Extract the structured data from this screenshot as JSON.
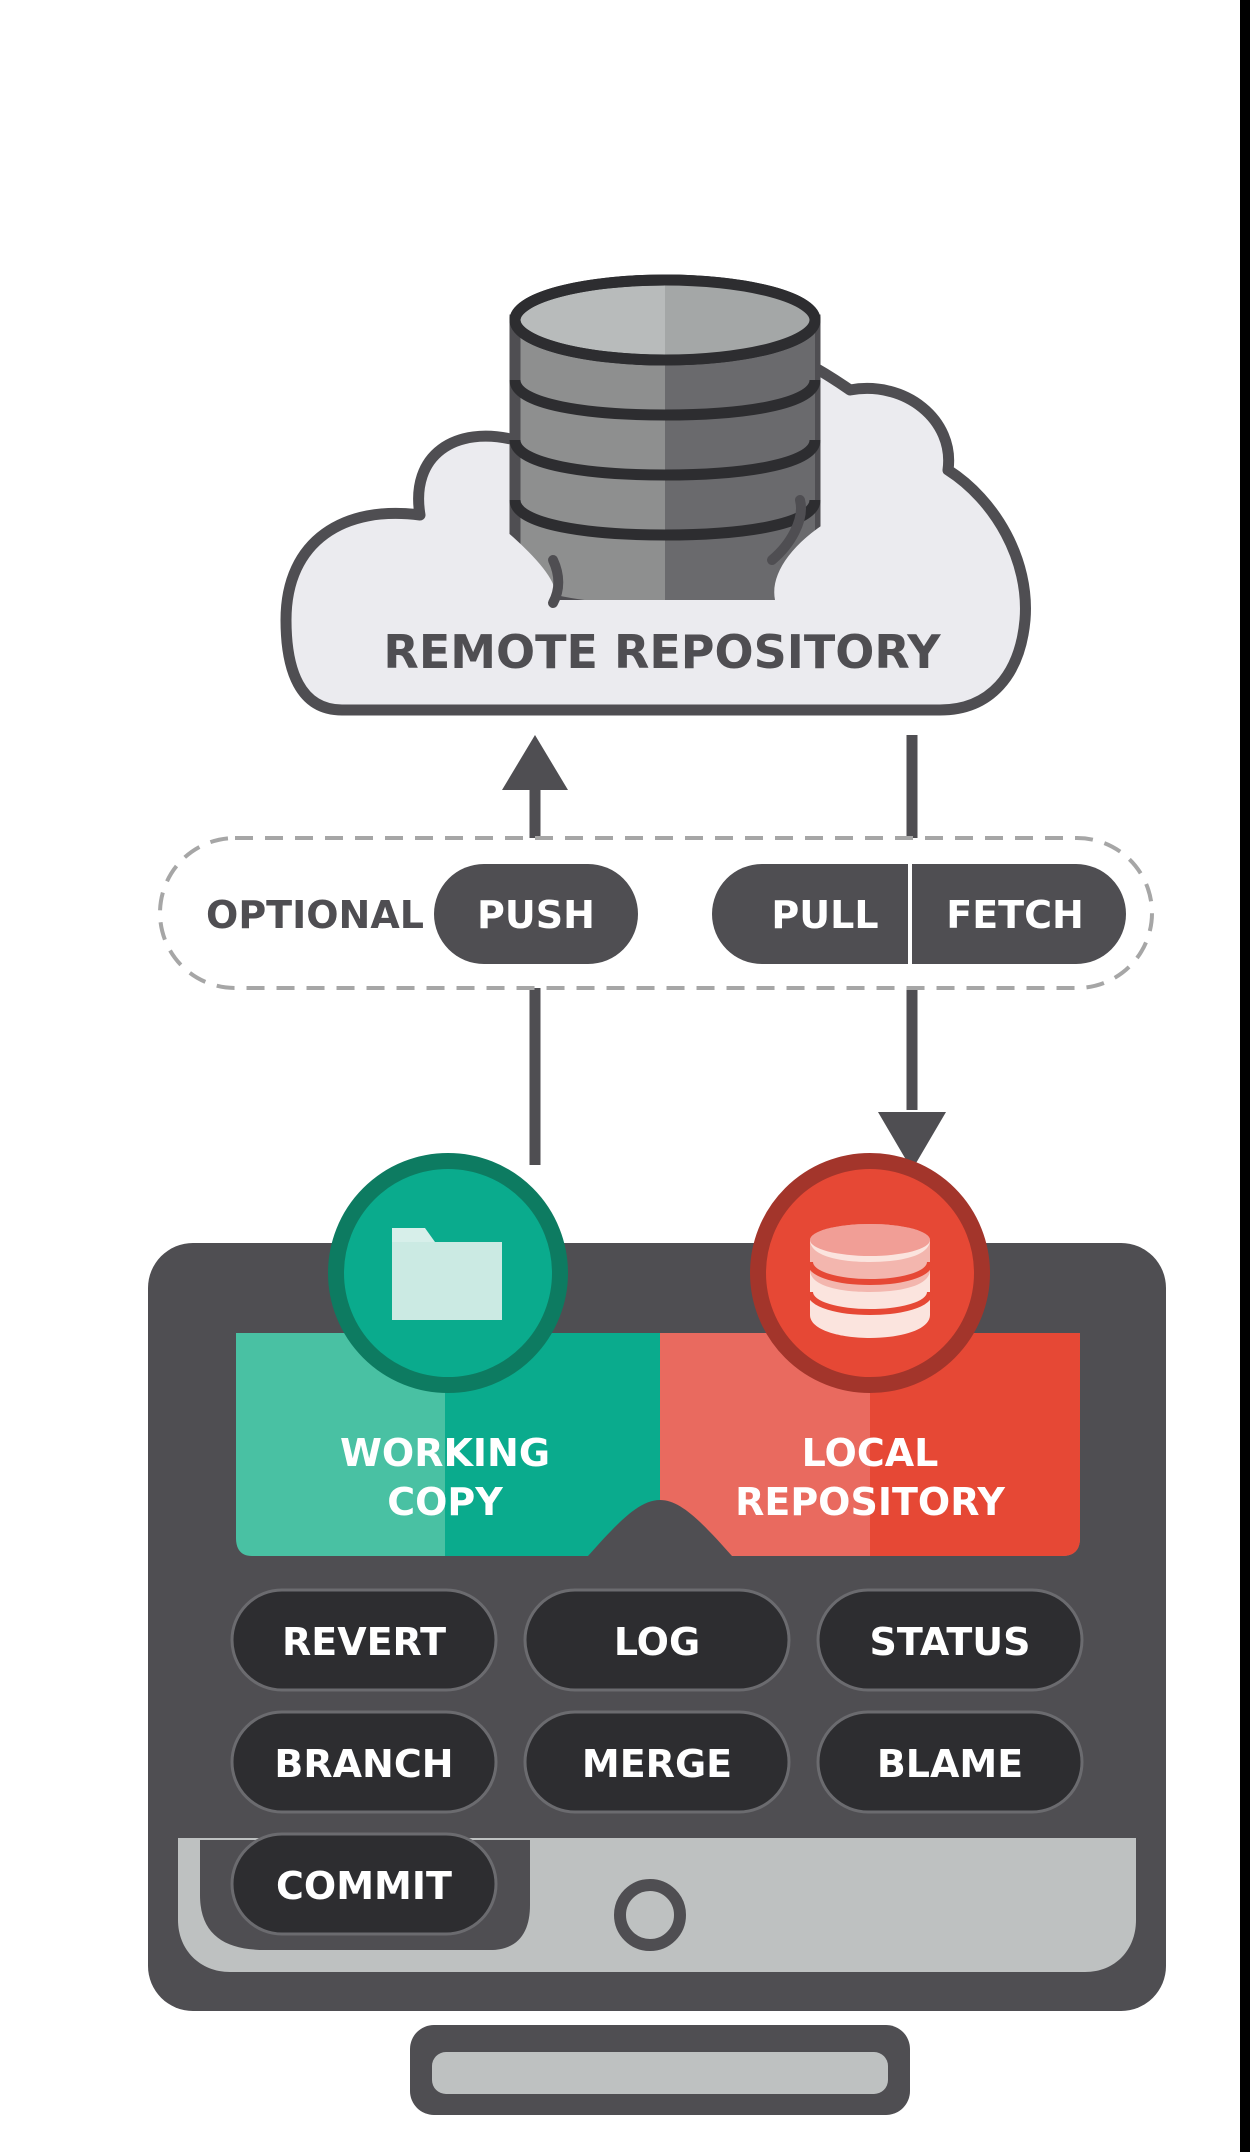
{
  "remote": {
    "label": "REMOTE REPOSITORY",
    "icon": "database-icon"
  },
  "transfer": {
    "optional_label": "OPTIONAL",
    "push_label": "PUSH",
    "pull_label": "PULL",
    "fetch_label": "FETCH"
  },
  "workspace": {
    "working_copy_line1": "WORKING",
    "working_copy_line2": "COPY",
    "working_copy_icon": "folder-icon",
    "local_repo_line1": "LOCAL",
    "local_repo_line2": "REPOSITORY",
    "local_repo_icon": "database-icon"
  },
  "commands": {
    "revert": "REVERT",
    "log": "LOG",
    "status": "STATUS",
    "branch": "BRANCH",
    "merge": "MERGE",
    "blame": "BLAME",
    "commit": "COMMIT"
  },
  "colors": {
    "background": "#000000",
    "page": "#ffffff",
    "dark": "#4f4e52",
    "cloud": "#ebebef",
    "teal": "#0aab8d",
    "teal_light": "#49c1a3",
    "red": "#e64835",
    "red_light": "#e96a5f",
    "monitor_base": "#bec1c1"
  }
}
